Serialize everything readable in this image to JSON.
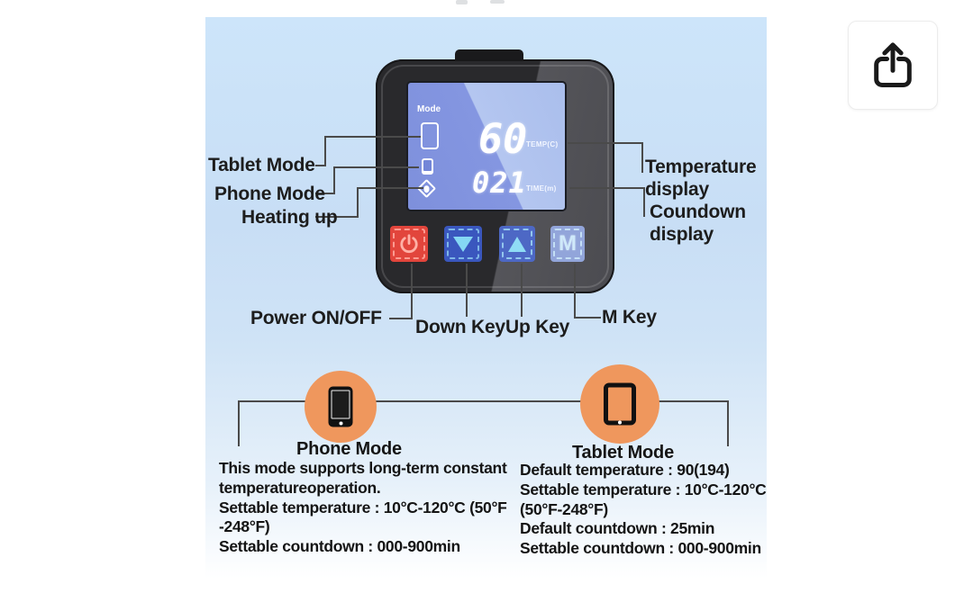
{
  "device": {
    "lcd": {
      "mode_label": "Mode",
      "temp_value": "60",
      "temp_unit": "TEMP(C)",
      "time_value": "021",
      "time_unit": "TIME(m)"
    },
    "m_button_label": "M"
  },
  "callouts": {
    "tablet_mode": "Tablet Mode",
    "phone_mode": "Phone Mode",
    "heating_up": "Heating up",
    "temperature_display_line1": "Temperature",
    "temperature_display_line2": "display",
    "countdown_display_line1": "Coundown",
    "countdown_display_line2": "display",
    "power": "Power ON/OFF",
    "down_key": "Down Key",
    "up_key": "Up Key",
    "m_key": "M Key"
  },
  "modes": {
    "phone": {
      "title": "Phone Mode",
      "lines": [
        "This mode supports long-term constant",
        "temperatureoperation.",
        "Settable temperature : 10°C-120°C (50°F",
        "-248°F)",
        "Settable countdown : 000-900min"
      ]
    },
    "tablet": {
      "title": "Tablet Mode",
      "lines": [
        "Default temperature : 90(194)",
        "Settable temperature : 10°C-120°C",
        "(50°F-248°F)",
        "Default countdown : 25min",
        "Settable countdown : 000-900min"
      ]
    }
  },
  "icons": {
    "share": "share-export-icon",
    "power": "power-icon",
    "down": "down-arrow-icon",
    "up": "up-arrow-icon",
    "phone": "smartphone-icon",
    "tablet": "tablet-icon",
    "heating": "heating-drop-icon"
  },
  "colors": {
    "background_blue": "#cde5fa",
    "device_body": "#29292c",
    "lcd_blue": "#8496e1",
    "lcd_blue_light": "#b4c6f0",
    "button_red": "#e2453c",
    "button_blue": "#3a57be",
    "button_m": "#92a5da",
    "accent_orange": "#ef975d",
    "line": "#4a4a4a"
  }
}
